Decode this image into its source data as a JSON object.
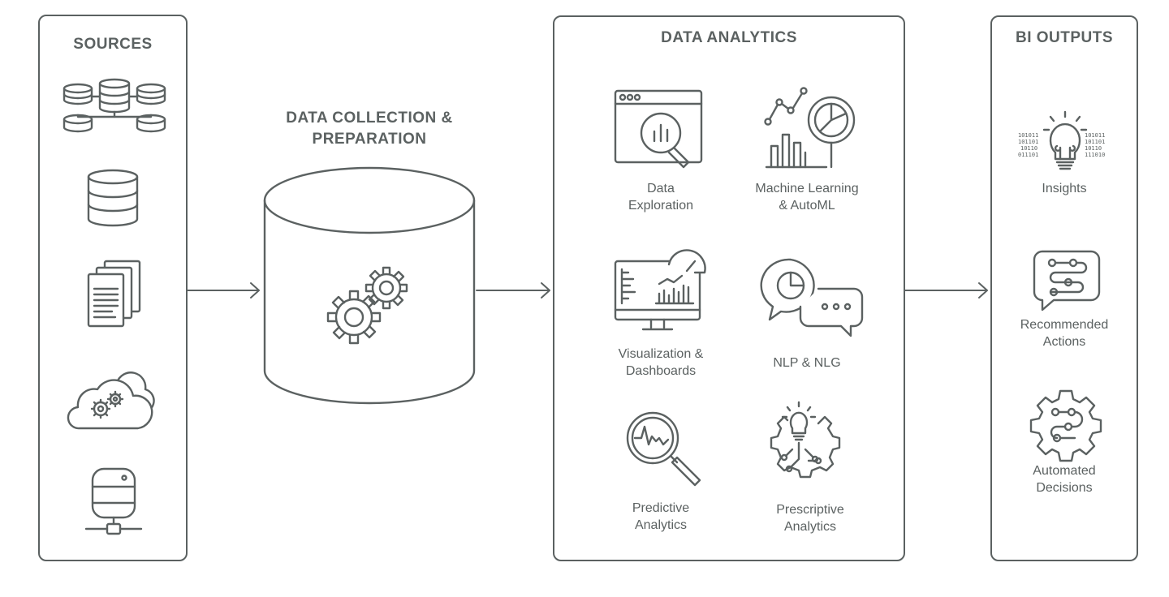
{
  "sources": {
    "title": "SOURCES"
  },
  "collection": {
    "title_line1": "DATA COLLECTION &",
    "title_line2": "PREPARATION"
  },
  "analytics": {
    "title": "DATA ANALYTICS",
    "items": [
      {
        "label": "Data\nExploration"
      },
      {
        "label": "Machine Learning\n& AutoML"
      },
      {
        "label": "Visualization &\nDashboards"
      },
      {
        "label": "NLP & NLG"
      },
      {
        "label": "Predictive\nAnalytics"
      },
      {
        "label": "Prescriptive\nAnalytics"
      }
    ]
  },
  "outputs": {
    "title": "BI OUTPUTS",
    "items": [
      {
        "label": "Insights"
      },
      {
        "label": "Recommended\nActions"
      },
      {
        "label": "Automated\nDecisions"
      }
    ],
    "binary_left": [
      "101011",
      "101101",
      "10110",
      "011101"
    ],
    "binary_right": [
      "101011",
      "101101",
      "10110",
      "111010"
    ]
  },
  "colors": {
    "stroke": "#5b6161",
    "background": "#ffffff"
  }
}
